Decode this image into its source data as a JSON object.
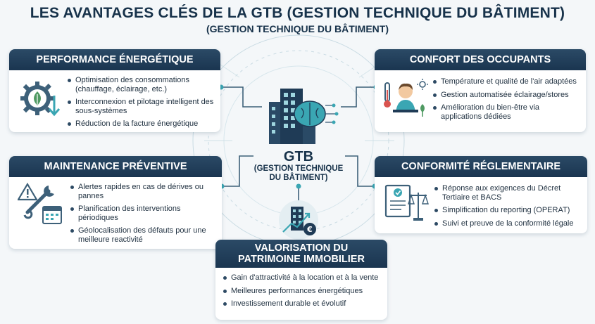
{
  "header": {
    "title": "LES AVANTAGES CLÉS DE LA GTB (GESTION TECHNIQUE DU BÂTIMENT)",
    "subtitle": "(GESTION TECHNIQUE DU BÂTIMENT)"
  },
  "center": {
    "acronym": "GTB",
    "full_line1": "(GESTION TECHNIQUE",
    "full_line2": "DU BÂTIMENT)"
  },
  "cards": {
    "performance": {
      "title": "PERFORMANCE ÉNERGÉTIQUE",
      "items": [
        "Optimisation des consommations (chauffage, éclairage, etc.)",
        "Interconnexion et pilotage intelligent des sous-systèmes",
        "Réduction de la facture énergétique"
      ]
    },
    "confort": {
      "title": "CONFORT DES OCCUPANTS",
      "items": [
        "Température et qualité de l'air adaptées",
        "Gestion automatisée éclairage/stores",
        "Amélioration du bien-être via applications dédiées"
      ]
    },
    "maintenance": {
      "title": "MAINTENANCE PRÉVENTIVE",
      "items": [
        "Alertes rapides en cas de dérives ou pannes",
        "Planification des interventions périodiques",
        "Géolocalisation des défauts pour une meilleure reactivité"
      ]
    },
    "conformite": {
      "title": "CONFORMITÉ RÉGLEMENTAIRE",
      "items": [
        "Réponse aux exigences du Décret Tertiaire et BACS",
        "Simplification du reporting (OPERAT)",
        "Suivi et preuve de la conformité légale"
      ]
    },
    "valorisation": {
      "title_line1": "VALORISATION DU",
      "title_line2": "PATRIMOINE IMMOBILIER",
      "items": [
        "Gain d'attractivité à la location et à la vente",
        "Meilleures performances énergétiques",
        "Investissement durable et évolutif"
      ]
    }
  },
  "colors": {
    "header_bg": "#1f3b56",
    "accent_teal": "#3aa6b3",
    "accent_green": "#4f9a62",
    "text_dark": "#17324a"
  },
  "icons": {
    "performance": "gear-leaf-icon",
    "confort": "occupant-thermometer-icon",
    "maintenance": "warning-wrench-calendar-icon",
    "conformite": "document-scale-icon",
    "valorisation": "building-euro-icon",
    "center": "building-brain-icon"
  }
}
